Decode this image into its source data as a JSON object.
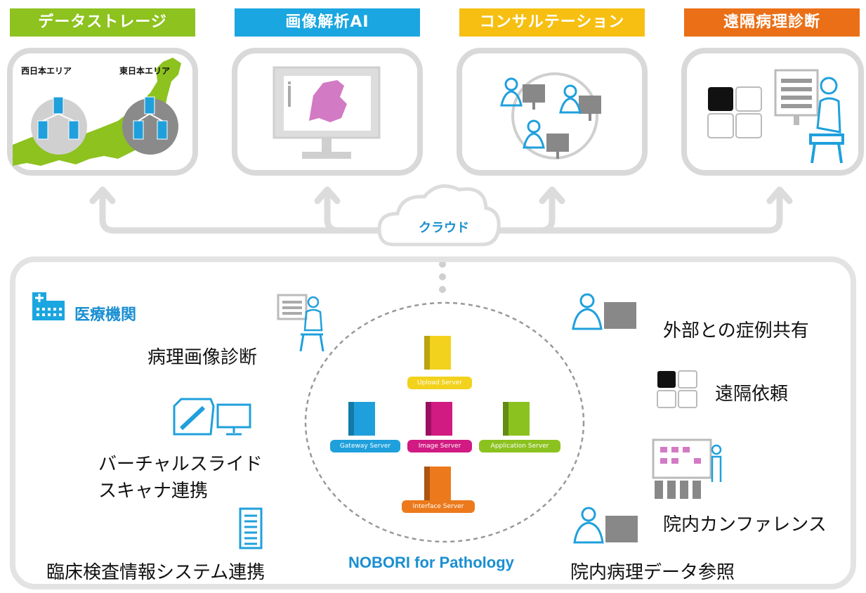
{
  "services": [
    {
      "label": "データストレージ",
      "color": "#8dc21f"
    },
    {
      "label": "画像解析AI",
      "color": "#1aa6e0"
    },
    {
      "label": "コンサルテーション",
      "color": "#f6bf12"
    },
    {
      "label": "遠隔病理診断",
      "color": "#ea6f16"
    }
  ],
  "storage": {
    "west_label": "西日本エリア",
    "east_label": "東日本エリア"
  },
  "cloud_label": "クラウド",
  "facility_label": "医療機関",
  "left_features": {
    "diagnosis": "病理画像診断",
    "scanner_line1": "バーチャルスライド",
    "scanner_line2": "スキャナ連携",
    "lis": "臨床検査情報システム連携"
  },
  "right_features": {
    "sharing": "外部との症例共有",
    "remote": "遠隔依頼",
    "conference": "院内カンファレンス",
    "reference": "院内病理データ参照"
  },
  "servers": {
    "upload": {
      "label": "Upload Server",
      "color": "#f2d21c"
    },
    "gateway": {
      "label": "Gateway Server",
      "color": "#1fa0dc"
    },
    "image": {
      "label": "Image Server",
      "color": "#d11a82"
    },
    "application": {
      "label": "Application Server",
      "color": "#8cc21f"
    },
    "interface": {
      "label": "Interface Server",
      "color": "#ec7a1c"
    }
  },
  "product_name": "NOBORI for Pathology",
  "colors": {
    "accent_blue": "#1a8fd1",
    "line_gray": "#d9d9d9"
  }
}
